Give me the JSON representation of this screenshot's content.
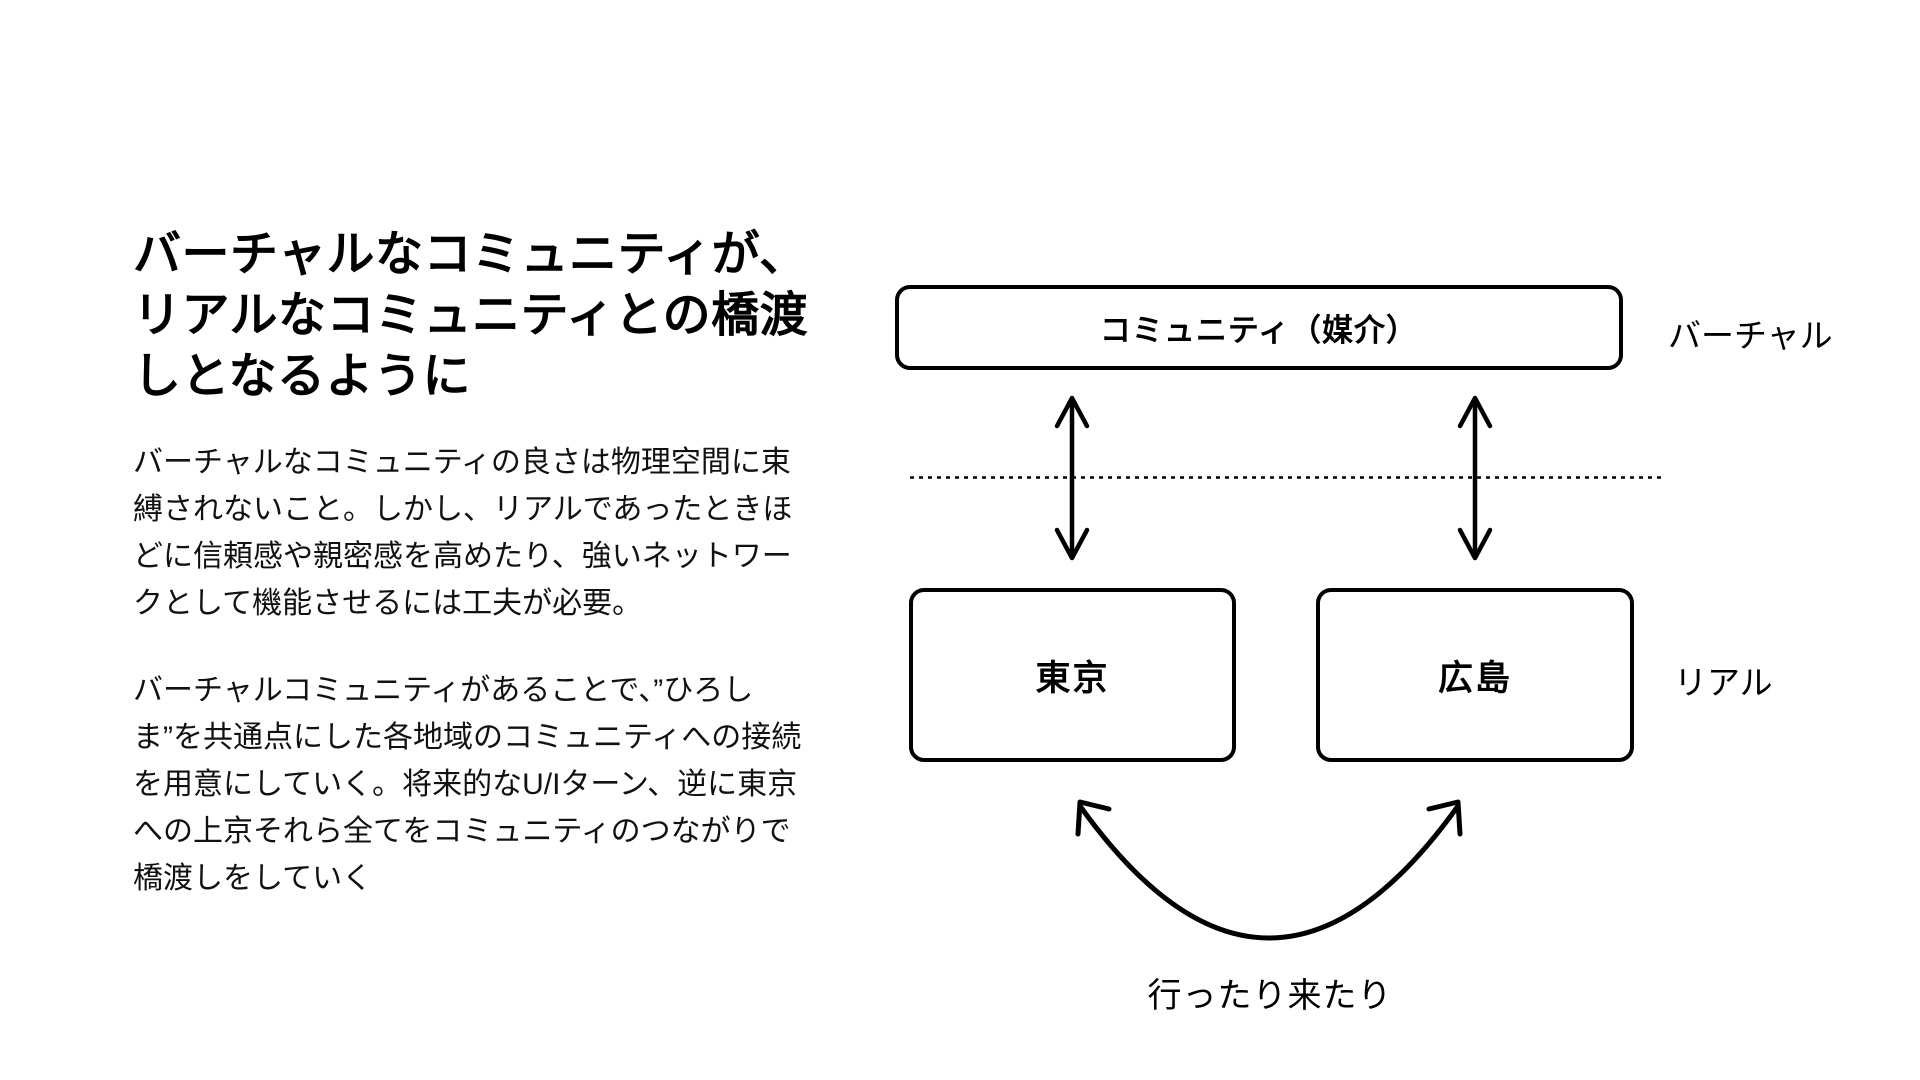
{
  "page": {
    "background_color": "#ffffff",
    "line_color": "#000000"
  },
  "left_panel": {
    "heading": "バーチャルなコミュニティが、\nリアルなコミュニティとの橋渡\nしとなるように",
    "paragraphs": [
      "バーチャルなコミュニティの良さは物理空間に束\n縛されないこと。しかし、リアルであったときほ\nどに信頼感や親密感を高めたり、強いネットワー\nクとして機能させるには工夫が必要。",
      "バーチャルコミュニティがあることで、”ひろし\nま”を共通点にした各地域のコミュニティへの接続\nを用意にしていく。将来的なU/Iターン、逆に東京\nへの上京それら全てをコミュニティのつながりで\n橋渡しをしていく"
    ]
  },
  "diagram": {
    "mediator_box_label": "コミュニティ（媒介）",
    "virtual_label": "バーチャル",
    "real_label": "リアル",
    "tokyo_box_label": "東京",
    "hiroshima_box_label": "広島",
    "bottom_arrow_label": "行ったり来たり"
  }
}
